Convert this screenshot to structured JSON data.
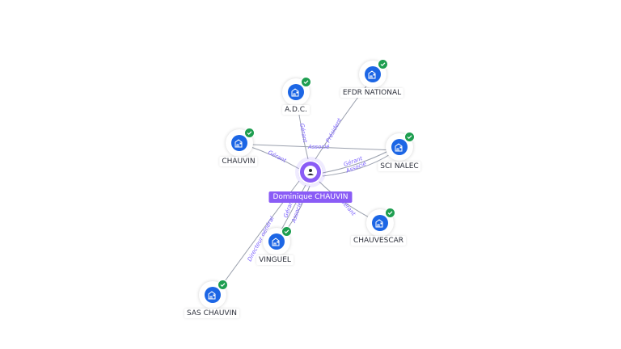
{
  "center": {
    "name": "Dominique CHAUVIN",
    "icon": "person-icon"
  },
  "companies": [
    {
      "key": "adc",
      "name": "A.D.C.",
      "icon": "building-icon",
      "verified": true
    },
    {
      "key": "efdr",
      "name": "EFDR NATIONAL",
      "icon": "building-icon",
      "verified": true
    },
    {
      "key": "chauvin",
      "name": "CHAUVIN",
      "icon": "building-icon",
      "verified": true
    },
    {
      "key": "scinalec",
      "name": "SCI NALEC",
      "icon": "building-icon",
      "verified": true
    },
    {
      "key": "chauvescar",
      "name": "CHAUVESCAR",
      "icon": "building-icon",
      "verified": true
    },
    {
      "key": "vinguel",
      "name": "VINGUEL",
      "icon": "building-icon",
      "verified": true
    },
    {
      "key": "saschauvin",
      "name": "SAS CHAUVIN",
      "icon": "building-icon",
      "verified": true
    }
  ],
  "relations": [
    {
      "to": "A.D.C.",
      "label": "Gérant"
    },
    {
      "to": "EFDR NATIONAL",
      "label": "Président"
    },
    {
      "to": "CHAUVIN",
      "label": "Gérant"
    },
    {
      "to": "CHAUVIN / SCI NALEC",
      "label": "Associé"
    },
    {
      "to": "SCI NALEC",
      "label": "Gérant"
    },
    {
      "to": "SCI NALEC",
      "label": "Associé"
    },
    {
      "to": "CHAUVESCAR",
      "label": "Gérant"
    },
    {
      "to": "VINGUEL",
      "label": "Gérant"
    },
    {
      "to": "VINGUEL",
      "label": "Associé"
    },
    {
      "to": "SAS CHAUVIN",
      "label": "Directeur général"
    }
  ],
  "colors": {
    "company": "#1c66e5",
    "verified": "#1e9e50",
    "person": "#8a5cf6",
    "edge_label": "#7b61ff"
  }
}
